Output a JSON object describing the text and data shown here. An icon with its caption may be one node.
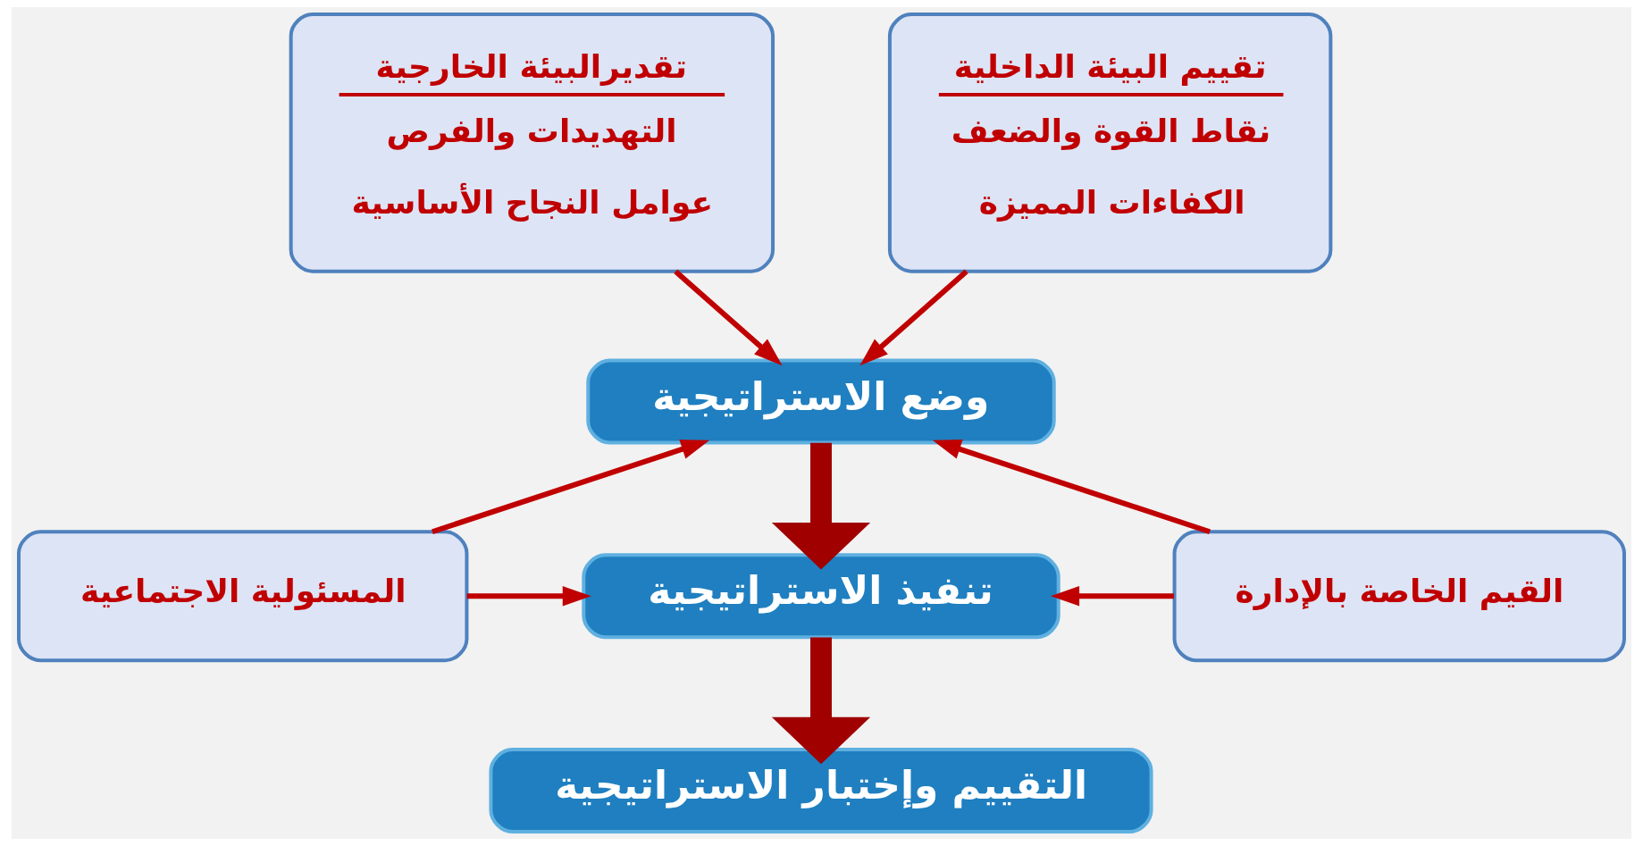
{
  "diagram": {
    "nodes": [
      {
        "text": [
          "تقديرالبيئة الخارجية",
          "التهديدات والفرص",
          "عوامل النجاح الأساسية"
        ]
      },
      {
        "text": [
          "تقييم البيئة الداخلية",
          "نقاط القوة والضعف",
          "الكفاءات المميزة"
        ]
      },
      {
        "text": [
          "وضع الاستراتيجية"
        ]
      },
      {
        "text": [
          "المسئولية الاجتماعية"
        ]
      },
      {
        "text": [
          "تنفيذ الاستراتيجية"
        ]
      },
      {
        "text": [
          "القيم الخاصة بالإدارة"
        ]
      },
      {
        "text": [
          "التقييم وإختبار الاستراتيجية"
        ]
      }
    ],
    "edges": [
      {
        "from": 0,
        "to": 2,
        "arrow": "to"
      },
      {
        "from": 1,
        "to": 2,
        "arrow": "to"
      },
      {
        "from": 3,
        "to": 2,
        "arrow": "to"
      },
      {
        "from": 3,
        "to": 4,
        "arrow": "to"
      },
      {
        "from": 5,
        "to": 2,
        "arrow": "to"
      },
      {
        "from": 5,
        "to": 4,
        "arrow": "to"
      },
      {
        "from": 2,
        "to": 4,
        "arrow": "to",
        "style": "thick"
      },
      {
        "from": 4,
        "to": 6,
        "arrow": "to",
        "style": "thick"
      }
    ]
  }
}
